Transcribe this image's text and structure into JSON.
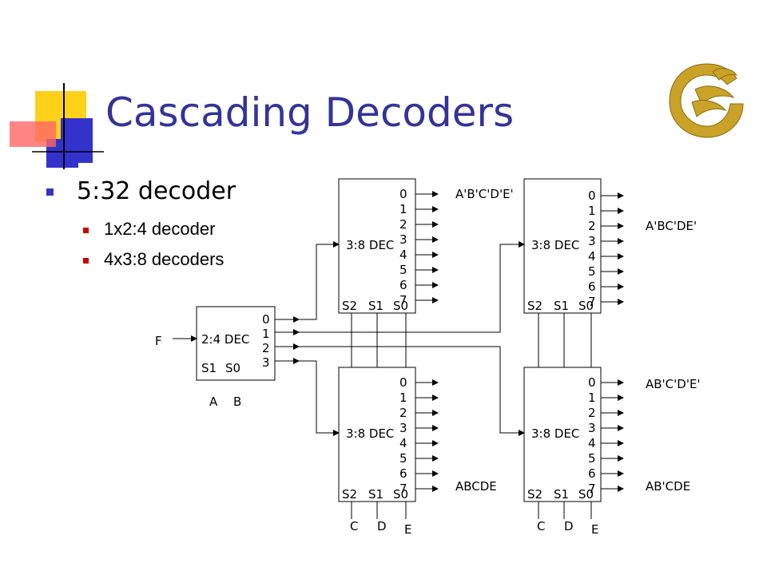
{
  "slide": {
    "title": "Cascading Decoders",
    "bullet_main": "5:32 decoder",
    "sub_bullets": [
      "1x2:4 decoder",
      "4x3:8 decoders"
    ]
  },
  "colors": {
    "title": "#333399",
    "bullet_main": "#3333cc",
    "bullet_sub": "#cc0000",
    "logo": "#c9a227"
  },
  "diagram": {
    "small_decoder": {
      "label": "2:4 DEC",
      "outputs": [
        "0",
        "1",
        "2",
        "3"
      ],
      "selects": [
        "S1",
        "S0"
      ],
      "enable_input": "F",
      "select_inputs": [
        "A",
        "B"
      ]
    },
    "decoders": [
      {
        "label": "3:8 DEC",
        "outputs": [
          "0",
          "1",
          "2",
          "3",
          "4",
          "5",
          "6",
          "7"
        ],
        "selects": [
          "S2",
          "S1",
          "S0"
        ]
      },
      {
        "label": "3:8 DEC",
        "outputs": [
          "0",
          "1",
          "2",
          "3",
          "4",
          "5",
          "6",
          "7"
        ],
        "selects": [
          "S2",
          "S1",
          "S0"
        ]
      },
      {
        "label": "3:8 DEC",
        "outputs": [
          "0",
          "1",
          "2",
          "3",
          "4",
          "5",
          "6",
          "7"
        ],
        "selects": [
          "S2",
          "S1",
          "S0"
        ]
      },
      {
        "label": "3:8 DEC",
        "outputs": [
          "0",
          "1",
          "2",
          "3",
          "4",
          "5",
          "6",
          "7"
        ],
        "selects": [
          "S2",
          "S1",
          "S0"
        ]
      }
    ],
    "output_labels": [
      "A'B'C'D'E'",
      "A'BC'DE'",
      "ABCDE",
      "AB'C'D'E'",
      "AB'CDE"
    ],
    "select_inputs_bottom": [
      "C",
      "D",
      "E"
    ]
  }
}
